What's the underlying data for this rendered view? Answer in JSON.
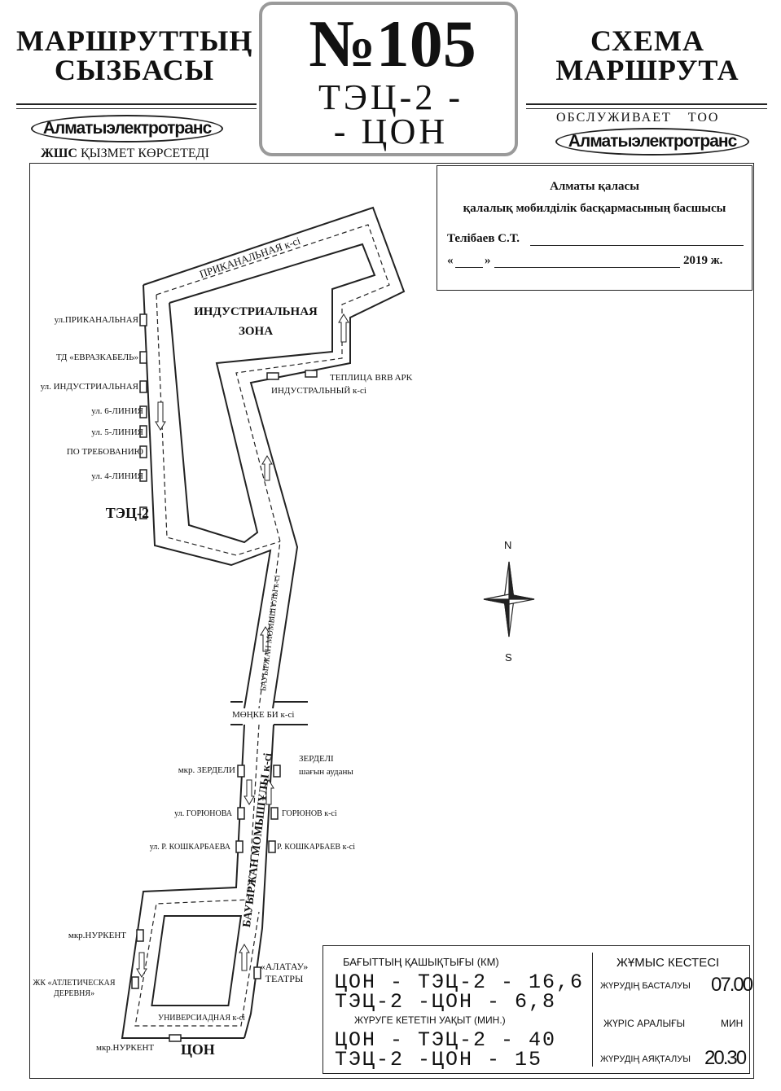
{
  "header": {
    "left_title_line1": "МАРШРУТТЫҢ",
    "left_title_line2": "СЫЗБАСЫ",
    "route_number": "№105",
    "route_line1": "ТЭЦ-2 -",
    "route_line2": "- ЦОН",
    "right_title_line1": "СХЕМА",
    "right_title_line2": "МАРШРУТА",
    "operator": "Алматыэлектротранс",
    "left_service_prefix": "ЖШС",
    "left_service_text": "ҚЫЗМЕТ КӨРСЕТЕДІ",
    "right_service_text": "ОБСЛУЖИВАЕТ",
    "right_service_suffix": "ТОО"
  },
  "approval": {
    "line1": "Алматы қаласы",
    "line2": "қалалық мобилділік басқармасының басшысы",
    "signer": "Телібаев С.Т.",
    "date_open": "«",
    "date_close": "»",
    "year": "2019 ж."
  },
  "map": {
    "zone_line1": "ИНДУСТРИАЛЬНАЯ",
    "zone_line2": "ЗОНА",
    "streets": {
      "prikanalnaya": "ПРИКАНАЛЬНАЯ к-сі",
      "industrialny": "ИНДУСТРАЛЬНЫЙ к-сі",
      "baurzhan_upper": "БАУЫРЖАН МОМЫШҰЛЫ к-сі",
      "baurzhan_lower": "БАУЫРЖАН МОМЫШҰЛЫ к-сі",
      "monke_bi": "МӨҢКЕ БИ к-сі",
      "universitetskaya": "УНИВЕРСИАДНАЯ к-сі"
    },
    "stops_left": [
      "ул.ПРИКАНАЛЬНАЯ",
      "ТД «ЕВРАЗКАБЕЛЬ»",
      "ул. ИНДУСТРИАЛЬНАЯ",
      "ул. 6-ЛИНИЯ",
      "ул. 5-ЛИНИЯ",
      "ПО ТРЕБОВАНИЮ",
      "ул. 4-ЛИНИЯ"
    ],
    "terminal_top": "ТЭЦ-2",
    "stop_teplitsa": "ТЕПЛИЦА BRB APK",
    "stops_south_left": [
      "мкр. ЗЕРДЕЛИ",
      "ул. ГОРЮНОВА",
      "ул. Р. КОШКАРБАЕВА"
    ],
    "stops_south_right": [
      "ЗЕРДЕЛІ",
      "шағын ауданы",
      "ГОРЮНОВ к-сі",
      "Р. КОШКАРБАЕВ к-сі"
    ],
    "stop_nurkent_upper": "мкр.НУРКЕНТ",
    "stop_athletic_line1": "ЖК «АТЛЕТИЧЕСКАЯ",
    "stop_athletic_line2": "ДЕРЕВНЯ»",
    "stop_alatau_line1": "«АЛАТАУ»",
    "stop_alatau_line2": "ТЕАТРЫ",
    "stop_nurkent_lower": "мкр.НУРКЕНТ",
    "terminal_bottom": "ЦОН",
    "compass_n": "N",
    "compass_s": "S"
  },
  "info": {
    "distance_header": "БАҒЫТТЫҢ ҚАШЫҚТЫҒЫ (КМ)",
    "distance_rows": [
      "ЦОН - ТЭЦ-2 - 16,6",
      "ТЭЦ-2 -ЦОН - 6,8"
    ],
    "time_header": "ЖҮРУГЕ КЕТЕТІН УАҚЫТ (МИН.)",
    "time_rows": [
      "ЦОН - ТЭЦ-2 - 40",
      "ТЭЦ-2 -ЦОН - 15"
    ],
    "schedule_header": "ЖҰМЫС КЕСТЕСІ",
    "start_label": "ЖҮРУДІҢ БАСТАЛУЫ",
    "start_value": "07.00",
    "interval_label": "ЖҮРІС АРАЛЫҒЫ",
    "interval_value": "МИН",
    "end_label": "ЖҮРУДІҢ АЯҚТАЛУЫ",
    "end_value": "20.30"
  }
}
